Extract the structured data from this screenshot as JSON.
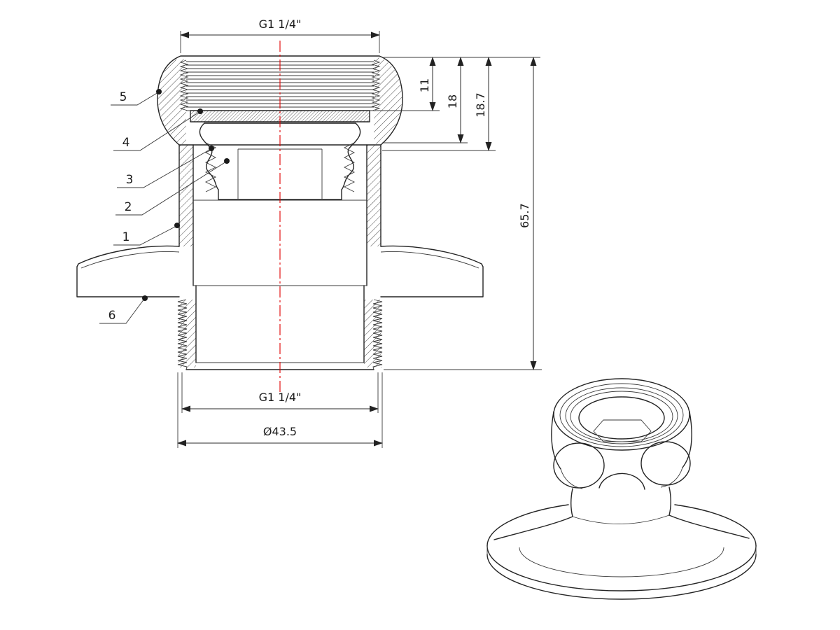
{
  "drawing": {
    "colors": {
      "background": "#ffffff",
      "line": "#242424",
      "centerline": "#e00000"
    },
    "dimensions": {
      "top_thread": "G1 1/4\"",
      "thread_depth": "11",
      "nut_height": "18",
      "nut_total_height": "18.7",
      "overall_height": "65.7",
      "bottom_thread": "G1 1/4\"",
      "outer_diameter": "Ø43.5"
    },
    "callouts": {
      "c1": "1",
      "c2": "2",
      "c3": "3",
      "c4": "4",
      "c5": "5",
      "c6": "6"
    }
  }
}
